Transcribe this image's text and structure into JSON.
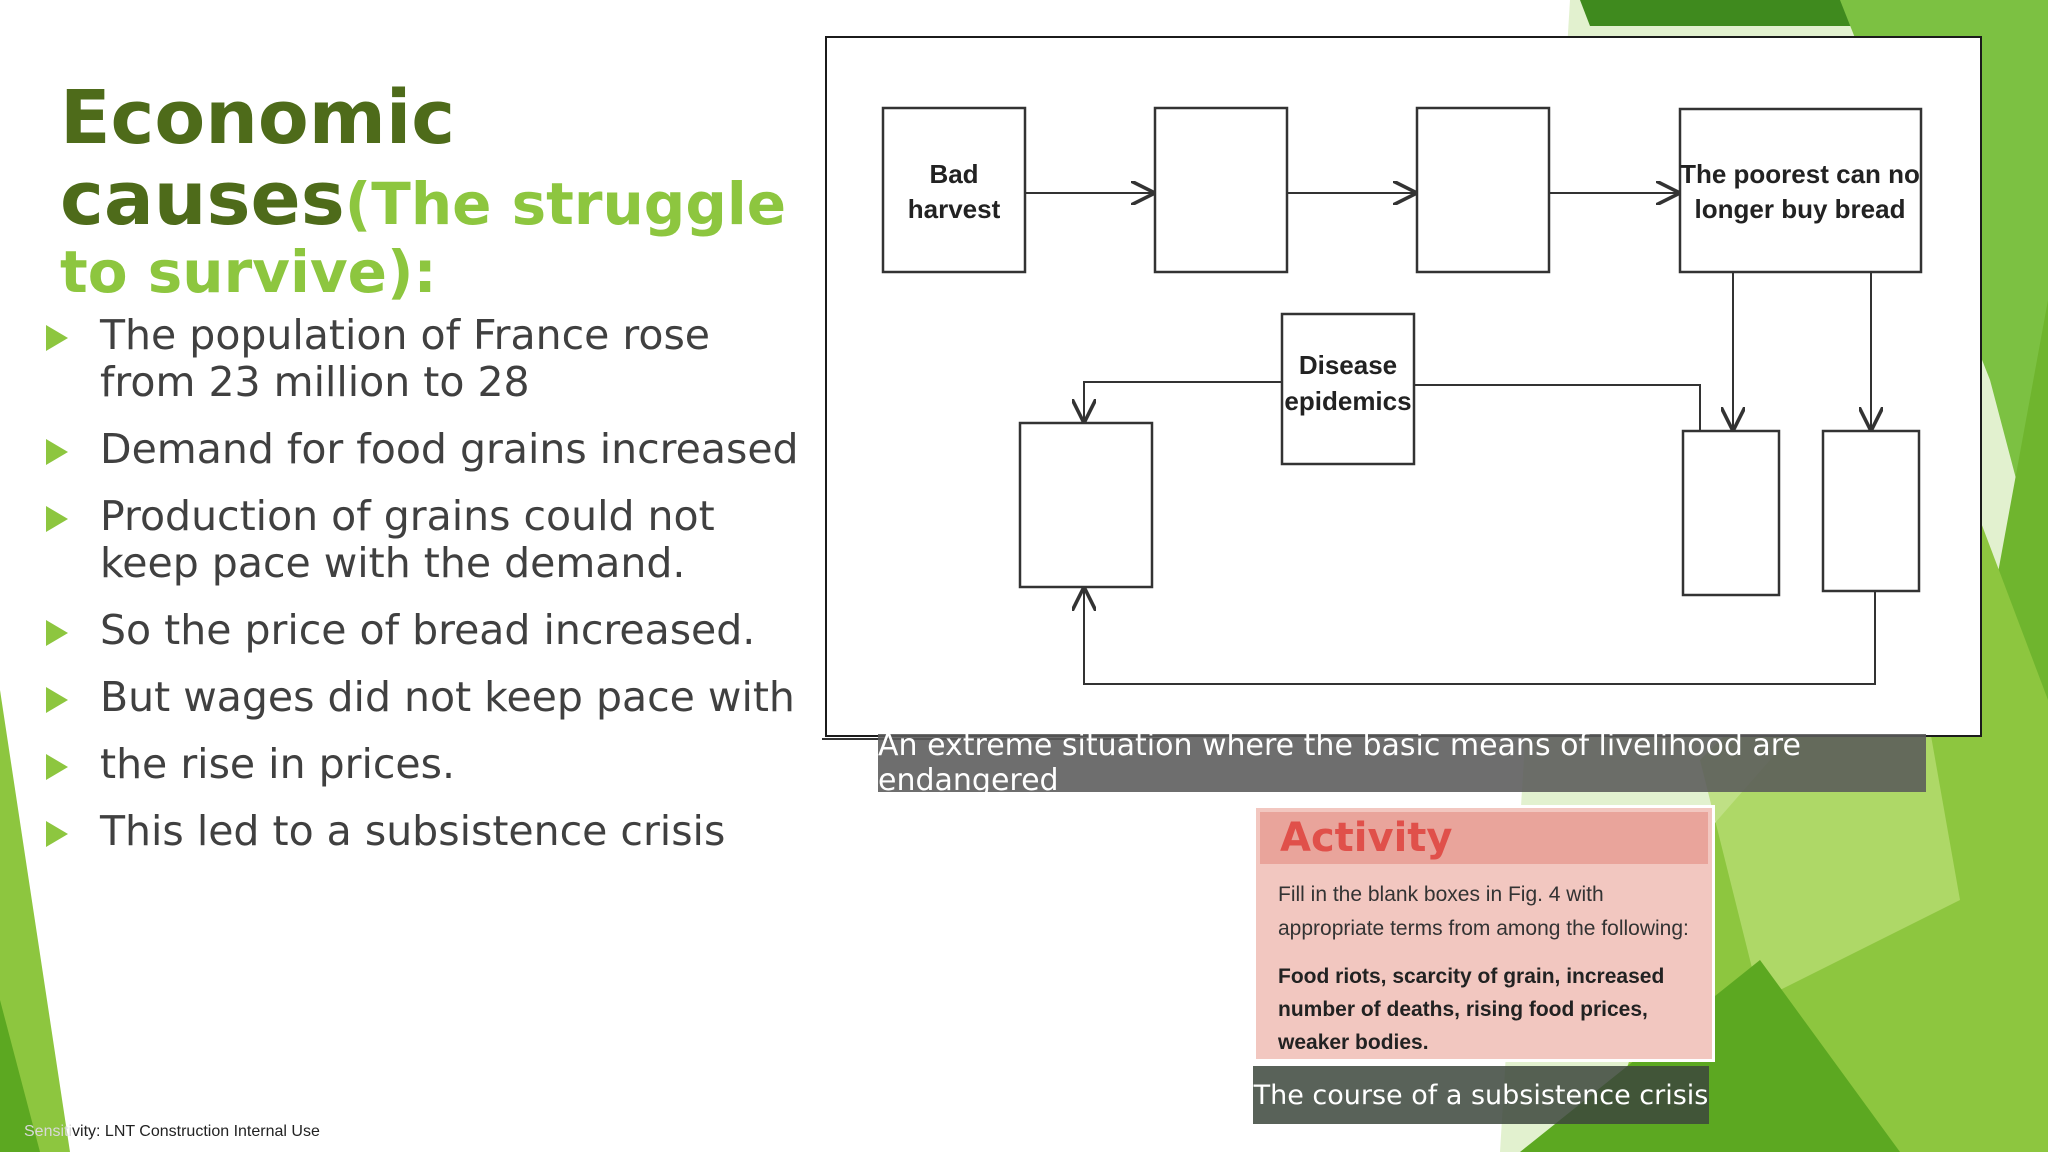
{
  "slide": {
    "title_main": "Economic causes",
    "title_paren": "(The struggle to survive):",
    "bullets": [
      "The population of France rose from 23 million to 28",
      "Demand for food grains increased",
      "Production of grains could not keep pace with the demand.",
      "So the price of bread increased.",
      "But wages did not keep pace with",
      "the rise in prices.",
      "This led to a subsistence crisis"
    ],
    "diagram": {
      "box_bad_harvest_line1": "Bad",
      "box_bad_harvest_line2": "harvest",
      "box_poorest_line1": "The poorest can no",
      "box_poorest_line2": "longer buy bread",
      "box_disease_line1": "Disease",
      "box_disease_line2": "epidemics"
    },
    "caption_definition": "An extreme situation where the basic means of livelihood are endangered",
    "activity": {
      "header": "Activity",
      "instruction_line1": "Fill in the blank boxes in Fig. 4 with",
      "instruction_line2": "appropriate terms from among the following:",
      "terms_line1": "Food riots, scarcity of grain, increased",
      "terms_line2": "number of deaths, rising food prices,",
      "terms_line3": "weaker bodies."
    },
    "caption_figure": "The course of a subsistence crisis",
    "footer_faded": "Sensiti",
    "footer_text": "vity: LNT Construction Internal Use"
  },
  "colors": {
    "accent_green": "#8dc63f",
    "dark_green": "#4e6b1a",
    "activity_red": "#e0504a"
  }
}
